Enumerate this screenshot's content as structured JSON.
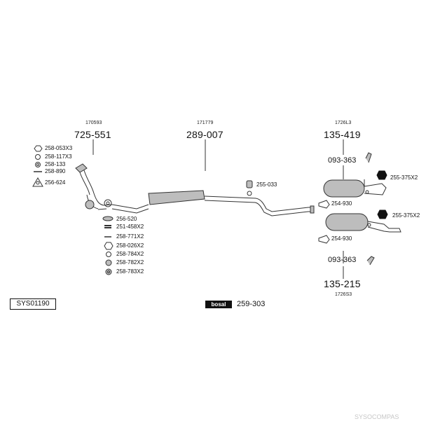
{
  "part_codes": {
    "front_pipe": {
      "ref": "170593",
      "number": "725-551"
    },
    "middle_silencer": {
      "ref": "171779",
      "number": "289-007"
    },
    "rear_silencer_a": {
      "ref": "1726L3",
      "number": "135-419"
    },
    "rear_silencer_b": {
      "ref": "1726S3",
      "number": "135-215"
    }
  },
  "fittings": {
    "f1": "258-053X3",
    "f2": "258-117X3",
    "f3": "258-133",
    "f4": "258-890",
    "f5": "256-624",
    "f6": "255-033",
    "f7": "093-363",
    "f8": "255-375X2",
    "f9": "254-930",
    "f10": "255-375X2",
    "f11": "254-930",
    "f12": "093-363"
  },
  "kit_list": [
    "256-520",
    "251-458X2",
    "258-771X2",
    "258-026X2",
    "258-784X2",
    "258-782X2",
    "258-783X2"
  ],
  "system_id": "SYS01190",
  "brand": "bosal",
  "brand_part": "259-303",
  "watermark": "SYSOCOMPAS",
  "colors": {
    "line": "#333333",
    "fill": "#bdbdbd",
    "dark": "#111111"
  }
}
